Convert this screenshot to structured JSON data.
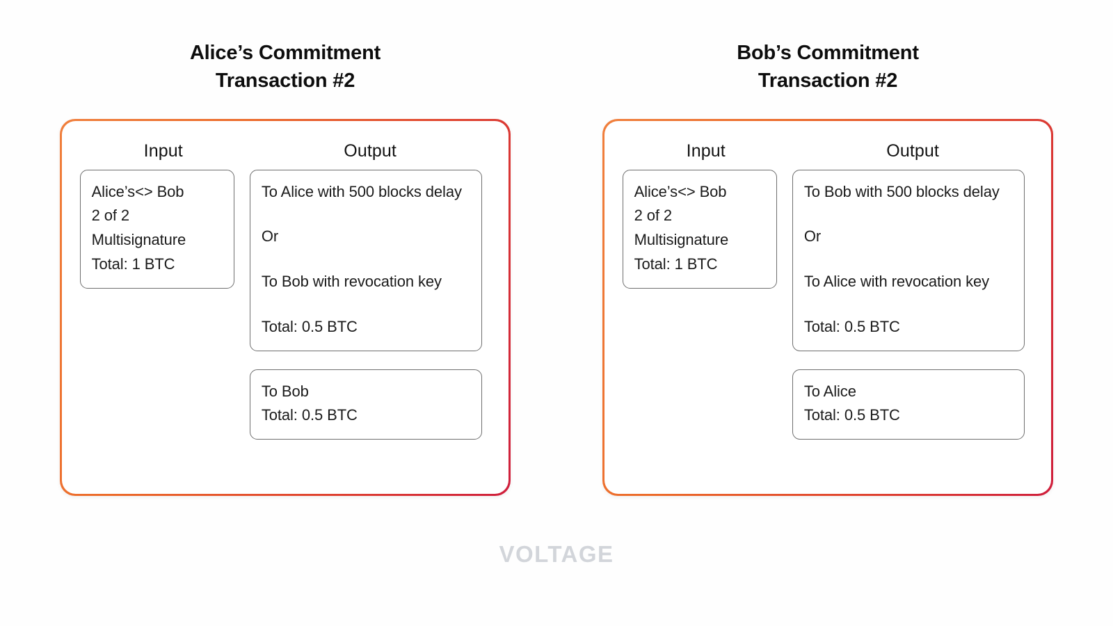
{
  "page": {
    "background_color": "#fefefe",
    "footer_wordmark": "VOLTAGE",
    "footer_wordmark_color": "#d2d5da",
    "card_gradient_start": "#f07f3c",
    "card_gradient_end": "#cf1f3c",
    "box_border_color": "#6d6d6d"
  },
  "panels": [
    {
      "title": "Alice’s Commitment\nTransaction #2",
      "headers": {
        "input": "Input",
        "output": "Output"
      },
      "input_box": {
        "lines": [
          "Alice’s<> Bob",
          "2 of 2",
          "Multisignature",
          "Total: 1 BTC"
        ]
      },
      "output_boxes": [
        {
          "lines": [
            "To Alice with 500 blocks delay",
            "Or",
            "To Bob with revocation key",
            "Total: 0.5 BTC"
          ]
        },
        {
          "lines": [
            "To Bob",
            "Total: 0.5 BTC"
          ]
        }
      ]
    },
    {
      "title": "Bob’s Commitment\nTransaction #2",
      "headers": {
        "input": "Input",
        "output": "Output"
      },
      "input_box": {
        "lines": [
          "Alice’s<> Bob",
          "2 of 2",
          "Multisignature",
          "Total: 1 BTC"
        ]
      },
      "output_boxes": [
        {
          "lines": [
            "To Bob with 500 blocks delay",
            "Or",
            "To Alice with revocation key",
            "Total: 0.5 BTC"
          ]
        },
        {
          "lines": [
            "To Alice",
            "Total: 0.5 BTC"
          ]
        }
      ]
    }
  ]
}
